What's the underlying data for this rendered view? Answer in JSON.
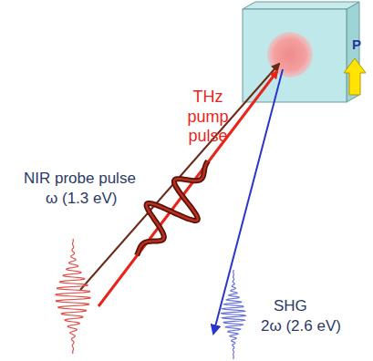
{
  "diagram": {
    "labels": [
      "THz pump pulse",
      "NIR probe pulse",
      "ω (1.3 eV)",
      "SHG",
      "2ω (2.6 eV)",
      "P"
    ]
  }
}
